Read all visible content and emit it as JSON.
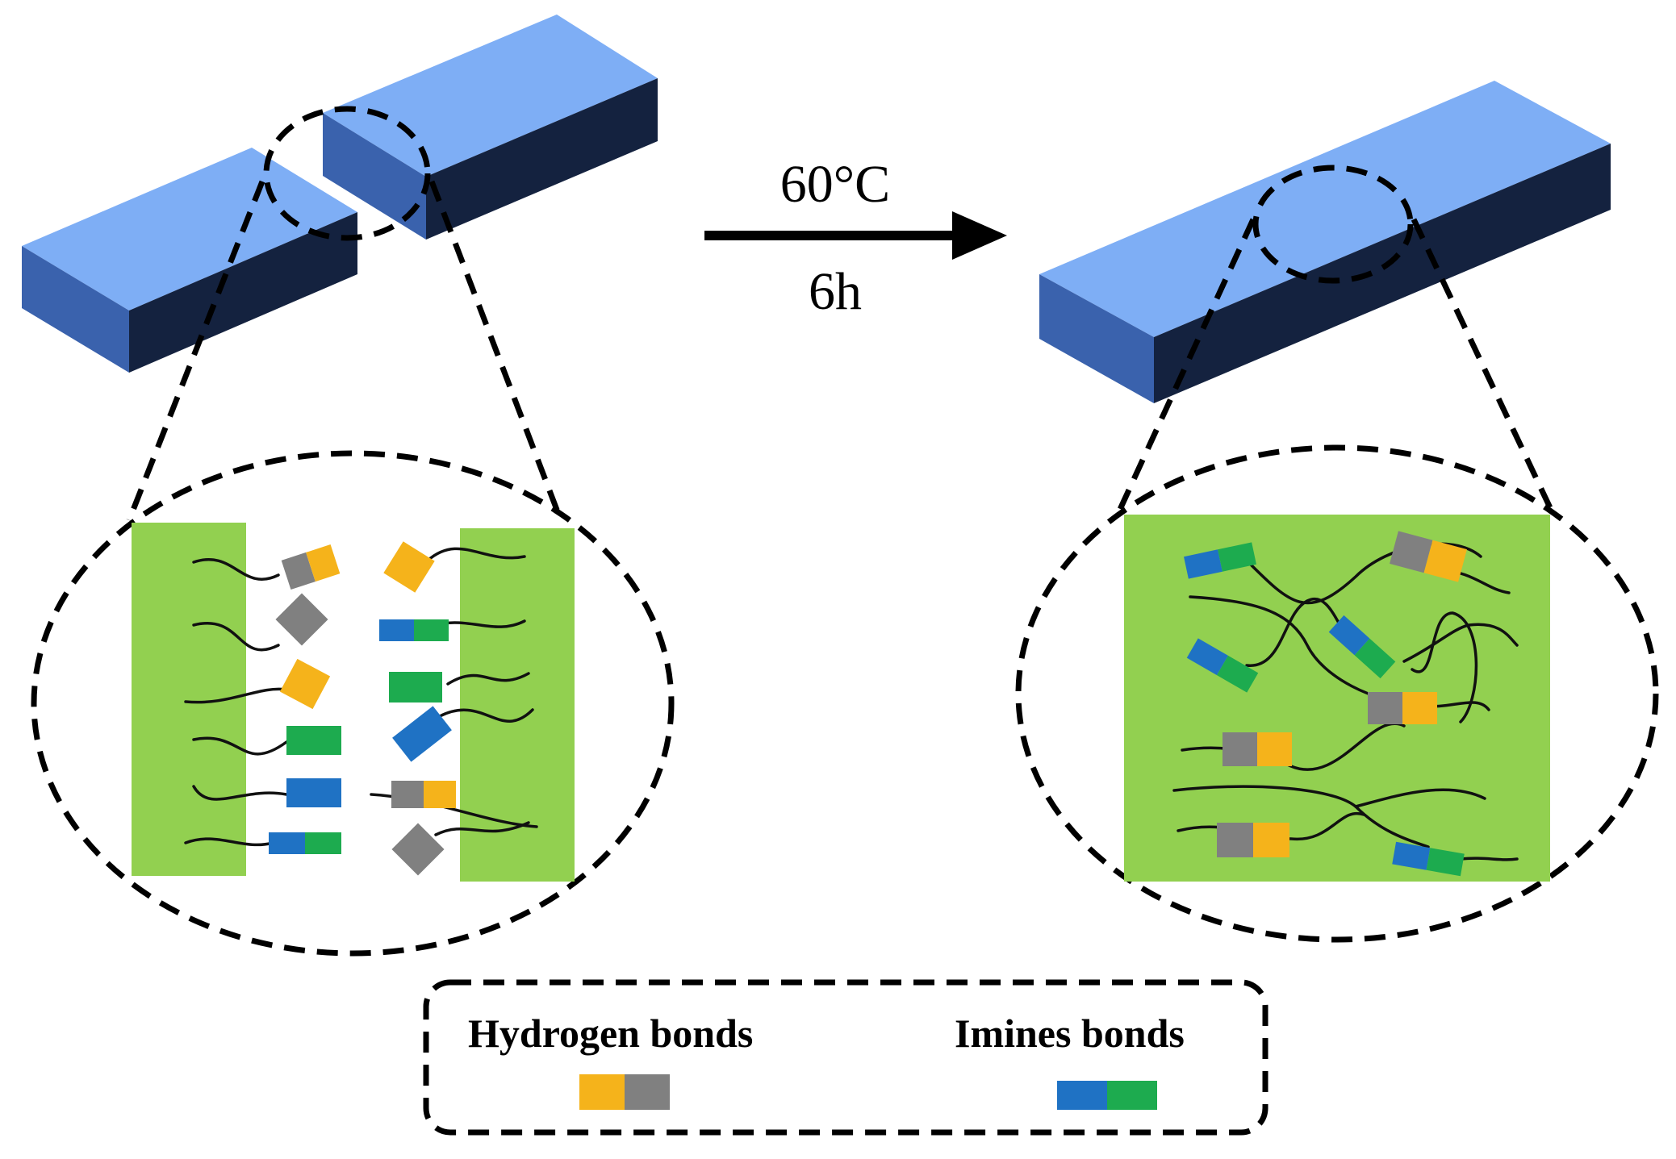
{
  "diagram": {
    "condition_temperature": "60°C",
    "condition_time": "6h",
    "legend": {
      "hydrogen_label": "Hydrogen bonds",
      "imine_label": "Imines bonds"
    },
    "colors": {
      "matrix_green": "#92d050",
      "hydrogen_yellow": "#f5b31b",
      "hydrogen_gray": "#808080",
      "imine_blue": "#1f72c4",
      "imine_green": "#1dab4f",
      "block_top": "#7eaef5",
      "block_front": "#2f5496",
      "block_side": "#14223f"
    },
    "stages": [
      "fractured sample",
      "healed sample"
    ]
  }
}
